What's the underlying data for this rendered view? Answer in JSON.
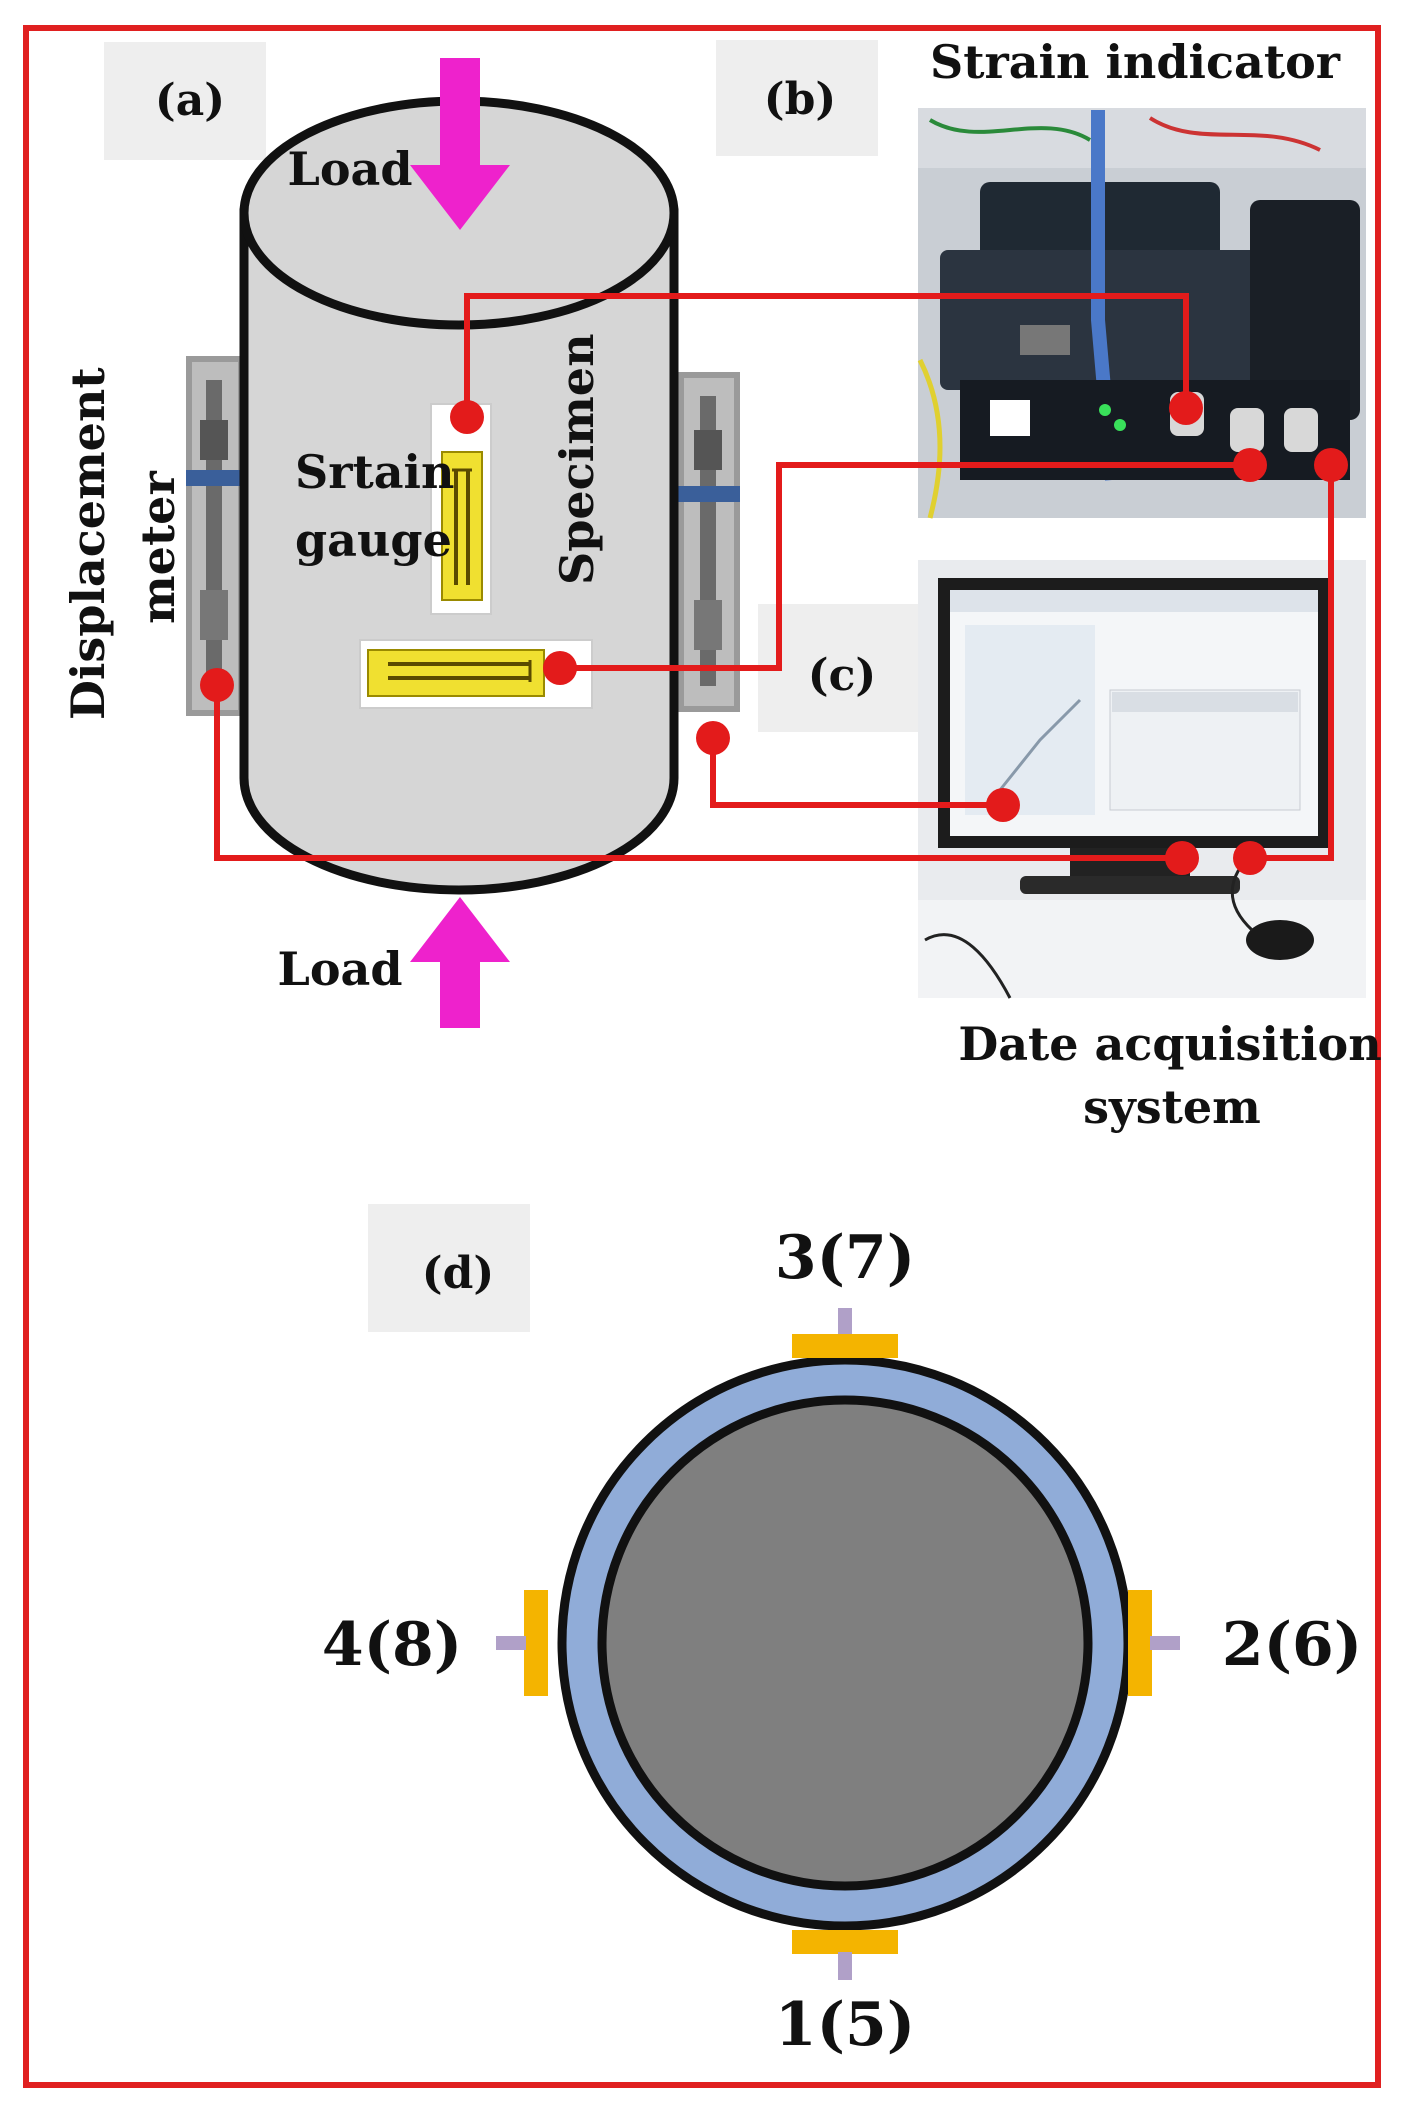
{
  "panels": {
    "a": {
      "tag": "(a)"
    },
    "b": {
      "tag": "(b)"
    },
    "c": {
      "tag": "(c)"
    },
    "d": {
      "tag": "(d)"
    }
  },
  "labels": {
    "load_top": "Load",
    "load_bottom": "Load",
    "strain_gauge_line1": "Srtain",
    "strain_gauge_line2": "gauge",
    "specimen": "Specimen",
    "displacement_line1": "Displacement",
    "displacement_line2": "meter",
    "strain_indicator": "Strain indicator",
    "daq_line1": "Date acquisition",
    "daq_line2": "system"
  },
  "gauge_positions": {
    "top": "3(7)",
    "right": "2(6)",
    "bottom": "1(5)",
    "left": "4(8)"
  },
  "colors": {
    "frame": "#e02020",
    "wire": "#e31b1b",
    "arrow": "#ee22cc",
    "specimen_fill": "#d6d6d6",
    "gauge_yellow": "#f0e030",
    "ring_blue": "#90acd8",
    "core_gray": "#7f7f7f",
    "gauge_orange": "#f4b400",
    "gauge_lead": "#b0a0c8"
  }
}
